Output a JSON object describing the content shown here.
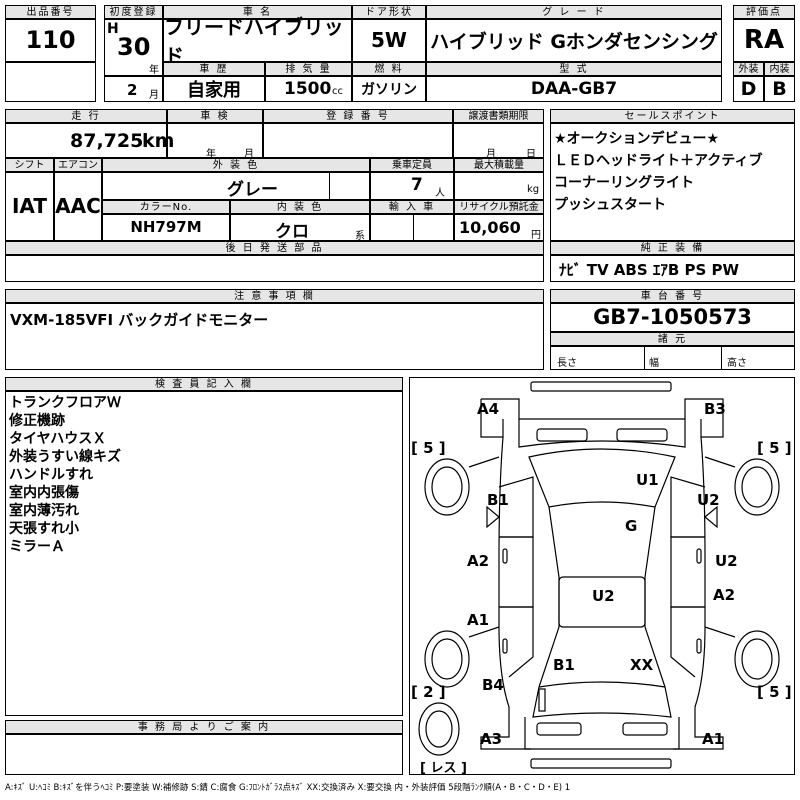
{
  "header": {
    "lot_no_label": "出品番号",
    "lot_no": "110",
    "first_reg_label": "初度登録",
    "era": "H",
    "year": "30",
    "year_unit": "年",
    "month": "2",
    "month_unit": "月",
    "car_name_label": "車 名",
    "car_name": "フリードハイブリッド",
    "door_label": "ドア形状",
    "door": "5W",
    "grade_label": "グ レ ー ド",
    "grade": "ハイブリッド Gホンダセンシング",
    "score_label": "評価点",
    "score": "RA",
    "history_label": "車 歴",
    "history": "自家用",
    "displacement_label": "排 気 量",
    "displacement": "1500",
    "displacement_unit": "cc",
    "fuel_label": "燃 料",
    "fuel": "ガソリン",
    "model_label": "型 式",
    "model": "DAA-GB7",
    "ext_label": "外装",
    "ext_grade": "D",
    "int_label": "内装",
    "int_grade": "B"
  },
  "row2": {
    "mileage_label": "走 行",
    "mileage": "87,725",
    "mileage_unit": "km",
    "inspection_label": "車 検",
    "insp_year_unit": "年",
    "insp_month_unit": "月",
    "reg_no_label": "登 録 番 号",
    "transfer_label": "譲渡書類期限",
    "transfer_month_unit": "月",
    "transfer_day_unit": "日",
    "shift_label": "シフト",
    "shift": "IAT",
    "ac_label": "エアコン",
    "ac": "AAC",
    "color_label": "外 装 色",
    "color": "グレー",
    "capacity_label": "乗車定員",
    "capacity": "7",
    "capacity_unit": "人",
    "load_label": "最大積載量",
    "load_unit": "kg",
    "color_no_label": "カラーNo.",
    "color_no": "NH797M",
    "int_color_label": "内 装 色",
    "int_color": "クロ",
    "int_color_unit": "系",
    "import_label": "輸 入 車",
    "recycle_label": "リサイクル預託金",
    "recycle": "10,060",
    "recycle_unit": "円",
    "later_parts_label": "後 日 発 送 部 品"
  },
  "sales": {
    "label": "セールスポイント",
    "lines": [
      "★オークションデビュー★",
      "ＬＥＤヘッドライト＋アクティブ",
      "コーナーリングライト",
      "プッシュスタート"
    ]
  },
  "equipment": {
    "label": "純 正 装 備",
    "items": "ﾅﾋﾞ TV ABS ｴｱB PS PW"
  },
  "notes": {
    "label": "注 意 事 項 欄",
    "text": "VXM-185VFI バックガイドモニター"
  },
  "chassis": {
    "label": "車 台 番 号",
    "value": "GB7-1050573"
  },
  "specs": {
    "label": "諸 元",
    "length": "長さ",
    "width": "幅",
    "height": "高さ"
  },
  "inspector": {
    "label": "検 査 員 記 入 欄",
    "lines": [
      "トランクフロアＷ",
      "修正機跡",
      "タイヤハウスＸ",
      "外装うすい線キズ",
      "ハンドルすれ",
      "室内内張傷",
      "室内薄汚れ",
      "天張すれ小",
      "ミラーＡ"
    ]
  },
  "office": {
    "label": "事 務 局 よ り ご 案 内"
  },
  "diagram": {
    "a4": "A4",
    "b3": "B3",
    "u1": "U1",
    "b1_top": "B1",
    "u2_right": "U2",
    "g": "G",
    "a2_left": "A2",
    "u2_right2": "U2",
    "u2_center": "U2",
    "a2_right": "A2",
    "a1_left": "A1",
    "b1_bottom": "B1",
    "xx": "XX",
    "b4": "B4",
    "a3": "A3",
    "a1_bottom": "A1",
    "tire_fl": "5",
    "tire_fr": "5",
    "tire_rl": "2",
    "tire_rr": "5",
    "spare": "レス"
  },
  "legend": "A:ｷｽﾞ U:ﾍｺﾐ B:ｷｽﾞを伴うﾍｺﾐ P:要塗装 W:補修跡 S:錆 C:腐食 G:ﾌﾛﾝﾄｶﾞﾗｽ点ｷｽﾞ XX:交換済み X:要交換 内・外装評価 5段階ﾗﾝｸ順(A・B・C・D・E) 1"
}
